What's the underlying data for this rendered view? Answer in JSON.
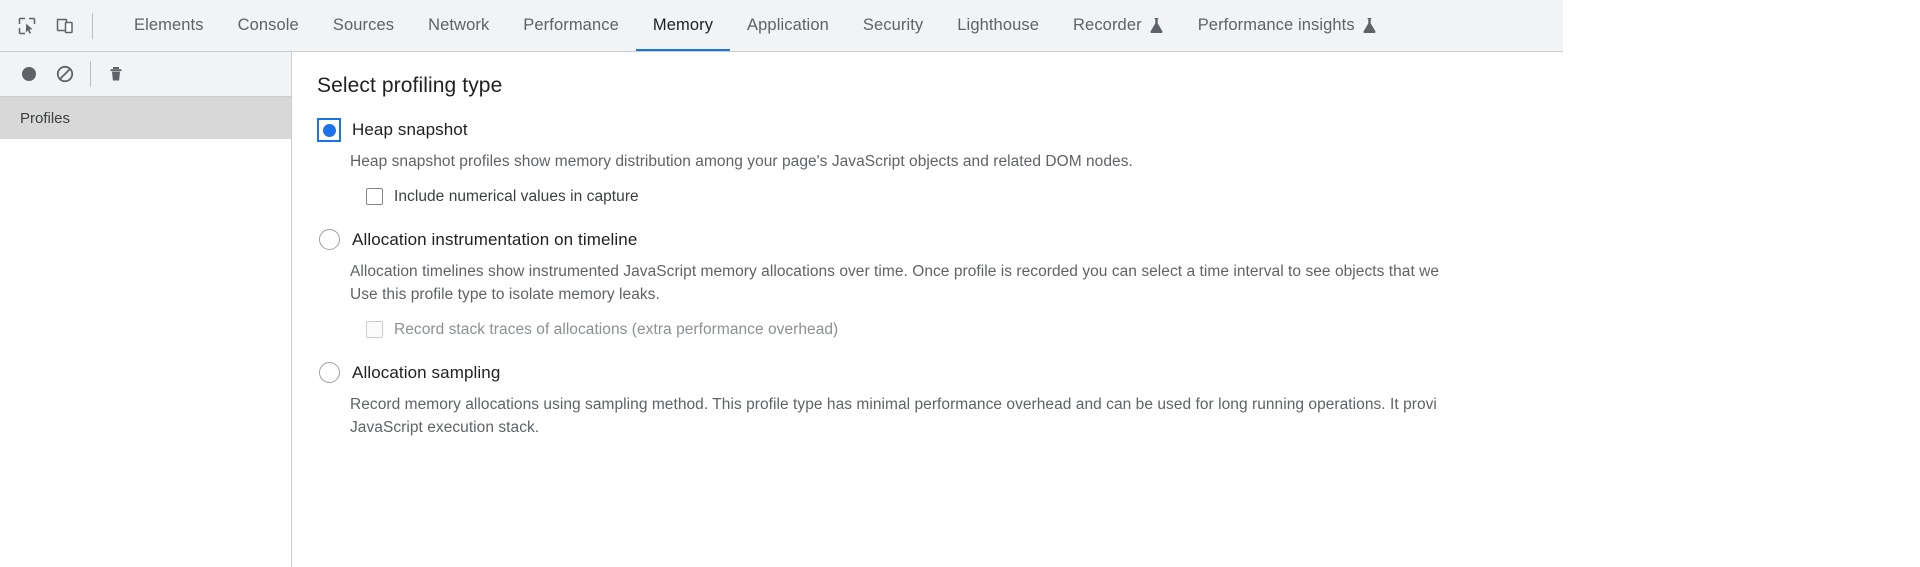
{
  "toolbar": {
    "inspect_icon": "inspect-element-icon",
    "device_icon": "device-toolbar-icon"
  },
  "tabs": [
    {
      "label": "Elements",
      "active": false,
      "experimental": false
    },
    {
      "label": "Console",
      "active": false,
      "experimental": false
    },
    {
      "label": "Sources",
      "active": false,
      "experimental": false
    },
    {
      "label": "Network",
      "active": false,
      "experimental": false
    },
    {
      "label": "Performance",
      "active": false,
      "experimental": false
    },
    {
      "label": "Memory",
      "active": true,
      "experimental": false
    },
    {
      "label": "Application",
      "active": false,
      "experimental": false
    },
    {
      "label": "Security",
      "active": false,
      "experimental": false
    },
    {
      "label": "Lighthouse",
      "active": false,
      "experimental": false
    },
    {
      "label": "Recorder",
      "active": false,
      "experimental": true
    },
    {
      "label": "Performance insights",
      "active": false,
      "experimental": true
    }
  ],
  "sidebar": {
    "toolbar": {
      "record_icon": "record-circle-icon",
      "clear_icon": "clear-no-entry-icon",
      "delete_icon": "trash-delete-icon"
    },
    "profiles_label": "Profiles"
  },
  "main": {
    "title": "Select profiling type",
    "options": [
      {
        "label": "Heap snapshot",
        "selected": true,
        "focused": true,
        "description": "Heap snapshot profiles show memory distribution among your page's JavaScript objects and related DOM nodes.",
        "checkbox": {
          "label": "Include numerical values in capture",
          "checked": false,
          "disabled": false
        }
      },
      {
        "label": "Allocation instrumentation on timeline",
        "selected": false,
        "focused": false,
        "description": "Allocation timelines show instrumented JavaScript memory allocations over time. Once profile is recorded you can select a time interval to see objects that we\nUse this profile type to isolate memory leaks.",
        "checkbox": {
          "label": "Record stack traces of allocations (extra performance overhead)",
          "checked": false,
          "disabled": true
        }
      },
      {
        "label": "Allocation sampling",
        "selected": false,
        "focused": false,
        "description": "Record memory allocations using sampling method. This profile type has minimal performance overhead and can be used for long running operations. It provi\nJavaScript execution stack.",
        "checkbox": null
      }
    ]
  },
  "colors": {
    "accent": "#1a73e8",
    "tabbar_bg": "#f1f3f4",
    "selected_row_bg": "#d8d8d8",
    "text_primary": "#202124",
    "text_secondary": "#5f6368",
    "border": "#cacdd1"
  }
}
